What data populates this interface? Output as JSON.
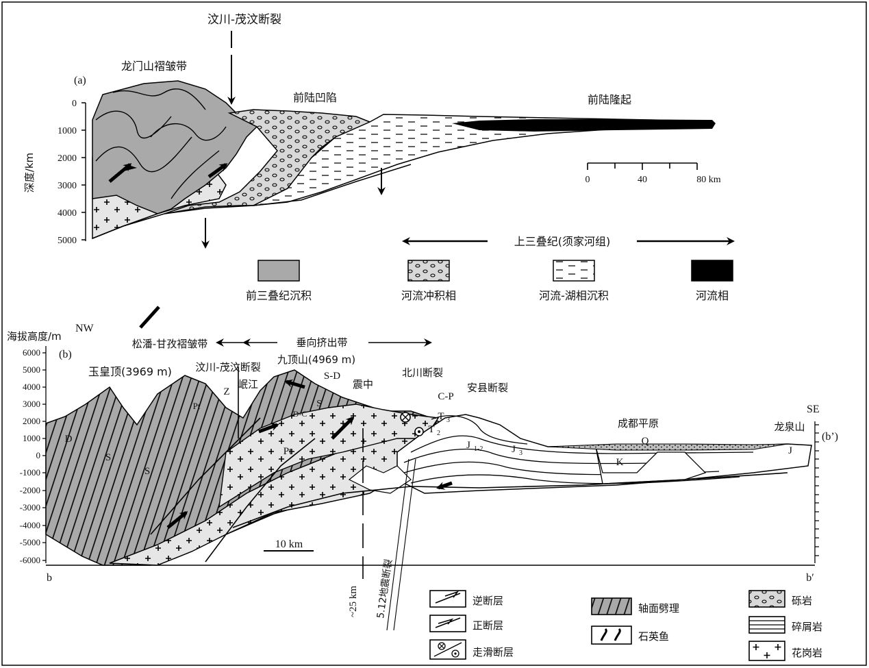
{
  "panel_a": {
    "tag": "(a)",
    "fault_top": "汶川-茂汶断裂",
    "belt_label": "龙门山褶皱带",
    "foredeep_label": "前陆凹陷",
    "bulge_label": "前陆隆起",
    "depth_axis_label": "深度/km",
    "depth_ticks": [
      "0",
      "1000",
      "2000",
      "3000",
      "4000",
      "5000"
    ],
    "scalebar": {
      "ticks": [
        "0",
        "40",
        "80 km"
      ]
    },
    "triassic_label": "上三叠纪(须家河组)",
    "legend": [
      {
        "label": "前三叠纪沉积",
        "swatch": "gray"
      },
      {
        "label": "河流冲积相",
        "swatch": "dots"
      },
      {
        "label": "河流-湖相沉积",
        "swatch": "dashes"
      },
      {
        "label": "河流相",
        "swatch": "black"
      }
    ]
  },
  "panel_b": {
    "tag": "(b)",
    "alt_axis_label": "海拔高度/m",
    "alt_ticks": [
      "6000",
      "5000",
      "4000",
      "3000",
      "2000",
      "1000",
      "0",
      "-1000",
      "-2000",
      "-3000",
      "-4000",
      "-5000",
      "-6000"
    ],
    "nw": "NW",
    "se": "SE",
    "b_left": "b",
    "b_right": "b′",
    "b_prime_tag": "(b’)",
    "songpan": "松潘-甘孜褶皱带",
    "vertical_extrusion": "垂向挤出带",
    "yuhuangding": "玉皇顶(3969 m)",
    "wenchuan": "汶川-茂汶断裂",
    "jiudingshan": "九顶山(4969 m)",
    "minjiang": "岷江",
    "zhenzhong": "震中",
    "beichuan": "北川断裂",
    "anxian": "安县断裂",
    "chengdu": "成都平原",
    "longquan": "龙泉山",
    "scale_10km": "10 km",
    "depth_25": "~25 km",
    "quake_fault": "5.12地震断裂",
    "units": {
      "D": "D",
      "S1": "S",
      "S2": "S",
      "Z": "Z",
      "Pt1": "Pt",
      "Pt2": "Pt",
      "SD": "S-D",
      "DC": "D-C",
      "S3": "S",
      "CP": "C-P",
      "T3": "T",
      "T3sub": "3",
      "T2": "T",
      "T2sub": "2",
      "J12": "J",
      "J12sub": "1-2",
      "J3": "J",
      "J3sub": "3",
      "Q": "Q",
      "K": "K",
      "J": "J"
    },
    "legend": [
      {
        "label": "逆断层",
        "swatch": "thrust"
      },
      {
        "label": "正断层",
        "swatch": "normal"
      },
      {
        "label": "走滑断层",
        "swatch": "strike-slip"
      },
      {
        "label": "轴面劈理",
        "swatch": "cleavage"
      },
      {
        "label": "石英鱼",
        "swatch": "quartz-fish"
      },
      {
        "label": "砾岩",
        "swatch": "conglomerate"
      },
      {
        "label": "碎屑岩",
        "swatch": "clastic"
      },
      {
        "label": "花岗岩",
        "swatch": "granite"
      }
    ]
  }
}
